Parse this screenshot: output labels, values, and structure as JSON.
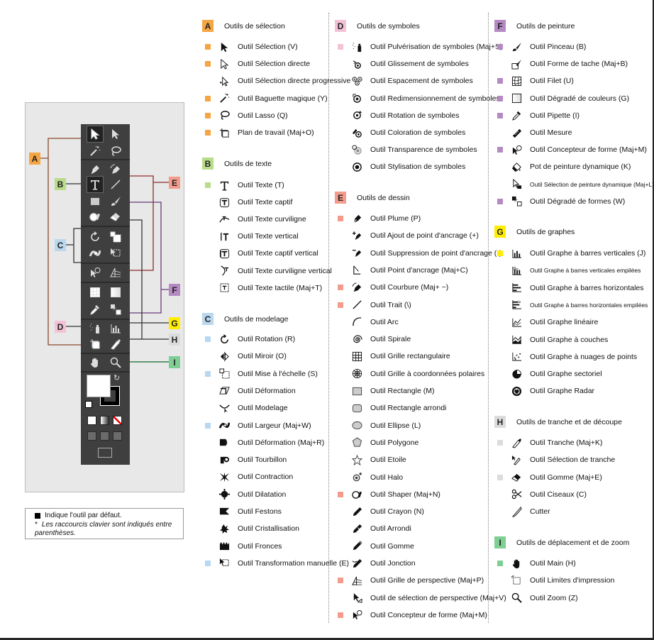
{
  "colors": {
    "A": "#f5a544",
    "B": "#b9dc8a",
    "C": "#b9d7ef",
    "D": "#f4c2d6",
    "E": "#f39c8c",
    "F": "#b58ac2",
    "G": "#ffee00",
    "H": "#dcdcdc",
    "I": "#7fcf95"
  },
  "sections": {
    "A": {
      "badge": "A",
      "title": "Outils de sélection",
      "items": [
        {
          "label": "Outil Sélection (V)",
          "default": true,
          "icon": "selection-icon"
        },
        {
          "label": "Outil Sélection directe",
          "default": true,
          "icon": "direct-selection-icon"
        },
        {
          "label": "Outil Sélection directe progressive",
          "default": false,
          "icon": "group-selection-icon"
        },
        {
          "label": "Outil Baguette magique (Y)",
          "default": true,
          "icon": "magic-wand-icon"
        },
        {
          "label": "Outil Lasso (Q)",
          "default": true,
          "icon": "lasso-icon"
        },
        {
          "label": "Plan de travail (Maj+O)",
          "default": true,
          "icon": "artboard-icon"
        }
      ]
    },
    "B": {
      "badge": "B",
      "title": "Outils de texte",
      "items": [
        {
          "label": "Outil Texte (T)",
          "default": true,
          "icon": "type-icon"
        },
        {
          "label": "Outil Texte captif",
          "default": false,
          "icon": "area-type-icon"
        },
        {
          "label": "Outil Texte curviligne",
          "default": false,
          "icon": "type-on-path-icon"
        },
        {
          "label": "Outil Texte vertical",
          "default": false,
          "icon": "vertical-type-icon"
        },
        {
          "label": "Outil Texte captif vertical",
          "default": false,
          "icon": "vertical-area-type-icon"
        },
        {
          "label": "Outil Texte curviligne vertical",
          "default": false,
          "icon": "vertical-path-type-icon"
        },
        {
          "label": "Outil Texte tactile (Maj+T)",
          "default": false,
          "icon": "touch-type-icon"
        }
      ]
    },
    "C": {
      "badge": "C",
      "title": "Outils de modelage",
      "items": [
        {
          "label": "Outil Rotation (R)",
          "default": true,
          "icon": "rotate-icon"
        },
        {
          "label": "Outil Miroir (O)",
          "default": false,
          "icon": "reflect-icon"
        },
        {
          "label": "Outil Mise à l'échelle (S)",
          "default": true,
          "icon": "scale-icon"
        },
        {
          "label": "Outil Déformation",
          "default": false,
          "icon": "shear-icon"
        },
        {
          "label": "Outil Modelage",
          "default": false,
          "icon": "reshape-icon"
        },
        {
          "label": "Outil Largeur (Maj+W)",
          "default": true,
          "icon": "width-icon"
        },
        {
          "label": "Outil Déformation (Maj+R)",
          "default": false,
          "icon": "warp-icon"
        },
        {
          "label": "Outil Tourbillon",
          "default": false,
          "icon": "twirl-icon"
        },
        {
          "label": "Outil Contraction",
          "default": false,
          "icon": "pucker-icon"
        },
        {
          "label": "Outil Dilatation",
          "default": false,
          "icon": "bloat-icon"
        },
        {
          "label": "Outil Festons",
          "default": false,
          "icon": "scallop-icon"
        },
        {
          "label": "Outil Cristallisation",
          "default": false,
          "icon": "crystallize-icon"
        },
        {
          "label": "Outil Fronces",
          "default": false,
          "icon": "wrinkle-icon"
        },
        {
          "label": "Outil Transformation manuelle (E)",
          "default": true,
          "icon": "free-transform-icon"
        }
      ]
    },
    "D": {
      "badge": "D",
      "title": "Outils de symboles",
      "items": [
        {
          "label": "Outil Pulvérisation de symboles (Maj+S)",
          "default": true,
          "icon": "symbol-sprayer-icon"
        },
        {
          "label": "Outil Glissement de symboles",
          "default": false,
          "icon": "symbol-shifter-icon"
        },
        {
          "label": "Outil Espacement de symboles",
          "default": false,
          "icon": "symbol-scruncher-icon"
        },
        {
          "label": "Outil Redimensionnement de symboles",
          "default": false,
          "icon": "symbol-sizer-icon"
        },
        {
          "label": "Outil Rotation de symboles",
          "default": false,
          "icon": "symbol-spinner-icon"
        },
        {
          "label": "Outil Coloration de symboles",
          "default": false,
          "icon": "symbol-stainer-icon"
        },
        {
          "label": "Outil Transparence de symboles",
          "default": false,
          "icon": "symbol-screener-icon"
        },
        {
          "label": "Outil Stylisation de symboles",
          "default": false,
          "icon": "symbol-styler-icon"
        }
      ]
    },
    "E": {
      "badge": "E",
      "title": "Outils de dessin",
      "items": [
        {
          "label": "Outil Plume (P)",
          "default": true,
          "icon": "pen-icon"
        },
        {
          "label": "Outil Ajout de point d'ancrage (+)",
          "default": false,
          "icon": "add-anchor-icon"
        },
        {
          "label": "Outil Suppression de point d'ancrage (-)",
          "default": false,
          "icon": "delete-anchor-icon"
        },
        {
          "label": "Outil Point d'ancrage (Maj+C)",
          "default": false,
          "icon": "anchor-point-icon"
        },
        {
          "label": "Outil Courbure (Maj+ ~)",
          "default": true,
          "icon": "curvature-icon"
        },
        {
          "label": "Outil Trait (\\)",
          "default": true,
          "icon": "line-icon"
        },
        {
          "label": "Outil Arc",
          "default": false,
          "icon": "arc-icon"
        },
        {
          "label": "Outil Spirale",
          "default": false,
          "icon": "spiral-icon"
        },
        {
          "label": "Outil Grille rectangulaire",
          "default": false,
          "icon": "rect-grid-icon"
        },
        {
          "label": "Outil Grille à coordonnées polaires",
          "default": false,
          "icon": "polar-grid-icon"
        },
        {
          "label": "Outil Rectangle (M)",
          "default": false,
          "icon": "rectangle-icon"
        },
        {
          "label": "Outil Rectangle arrondi",
          "default": false,
          "icon": "rounded-rect-icon"
        },
        {
          "label": "Outil Ellipse (L)",
          "default": false,
          "icon": "ellipse-icon"
        },
        {
          "label": "Outil Polygone",
          "default": false,
          "icon": "polygon-icon"
        },
        {
          "label": "Outil Etoile",
          "default": false,
          "icon": "star-icon"
        },
        {
          "label": "Outil Halo",
          "default": false,
          "icon": "flare-icon"
        },
        {
          "label": "Outil Shaper (Maj+N)",
          "default": true,
          "icon": "shaper-icon"
        },
        {
          "label": "Outil Crayon (N)",
          "default": false,
          "icon": "pencil-icon"
        },
        {
          "label": "Outil Arrondi",
          "default": false,
          "icon": "smooth-icon"
        },
        {
          "label": "Outil Gomme",
          "default": false,
          "icon": "path-eraser-icon"
        },
        {
          "label": "Outil Jonction",
          "default": false,
          "icon": "join-icon"
        },
        {
          "label": "Outil Grille de perspective (Maj+P)",
          "default": true,
          "icon": "perspective-grid-icon"
        },
        {
          "label": "Outil de sélection de perspective (Maj+V)",
          "default": false,
          "icon": "perspective-selection-icon"
        },
        {
          "label": "Outil Concepteur de forme (Maj+M)",
          "default": true,
          "icon": "shape-builder-icon"
        }
      ]
    },
    "F": {
      "badge": "F",
      "title": "Outils de peinture",
      "items": [
        {
          "label": "Outil Pinceau (B)",
          "default": true,
          "icon": "paintbrush-icon"
        },
        {
          "label": "Outil Forme de tache (Maj+B)",
          "default": false,
          "icon": "blob-brush-icon"
        },
        {
          "label": "Outil Filet (U)",
          "default": true,
          "icon": "mesh-icon"
        },
        {
          "label": "Outil Dégradé de couleurs (G)",
          "default": true,
          "icon": "gradient-icon"
        },
        {
          "label": "Outil Pipette (I)",
          "default": true,
          "icon": "eyedropper-icon"
        },
        {
          "label": "Outil Mesure",
          "default": false,
          "icon": "measure-icon"
        },
        {
          "label": "Outil Concepteur de forme (Maj+M)",
          "default": true,
          "icon": "shape-builder-icon"
        },
        {
          "label": "Pot de peinture dynamique (K)",
          "default": false,
          "icon": "live-paint-bucket-icon"
        },
        {
          "label": "Outil Sélection de peinture dynamique (Maj+L)",
          "default": false,
          "icon": "live-paint-selection-icon",
          "small": true
        },
        {
          "label": "Outil Dégradé de formes (W)",
          "default": true,
          "icon": "blend-icon"
        }
      ]
    },
    "G": {
      "badge": "G",
      "title": "Outils de graphes",
      "items": [
        {
          "label": "Outil Graphe à barres verticales (J)",
          "default": true,
          "icon": "column-graph-icon"
        },
        {
          "label": "Outil Graphe à barres verticales empilées",
          "default": false,
          "icon": "stacked-column-graph-icon",
          "small": true
        },
        {
          "label": "Outil Graphe à barres horizontales",
          "default": false,
          "icon": "bar-graph-icon"
        },
        {
          "label": "Outil Graphe à barres horizontales empilées",
          "default": false,
          "icon": "stacked-bar-graph-icon",
          "small": true
        },
        {
          "label": "Outil Graphe linéaire",
          "default": false,
          "icon": "line-graph-icon"
        },
        {
          "label": "Outil Graphe à couches",
          "default": false,
          "icon": "area-graph-icon"
        },
        {
          "label": "Outil Graphe à nuages de points",
          "default": false,
          "icon": "scatter-graph-icon"
        },
        {
          "label": "Outil Graphe sectoriel",
          "default": false,
          "icon": "pie-graph-icon"
        },
        {
          "label": "Outil Graphe Radar",
          "default": false,
          "icon": "radar-graph-icon"
        }
      ]
    },
    "H": {
      "badge": "H",
      "title": "Outils de tranche et de découpe",
      "items": [
        {
          "label": "Outil Tranche (Maj+K)",
          "default": true,
          "icon": "slice-icon"
        },
        {
          "label": "Outil Sélection de tranche",
          "default": false,
          "icon": "slice-select-icon"
        },
        {
          "label": "Outil Gomme (Maj+E)",
          "default": true,
          "icon": "eraser-icon"
        },
        {
          "label": "Outil Ciseaux (C)",
          "default": false,
          "icon": "scissors-icon"
        },
        {
          "label": "Cutter",
          "default": false,
          "icon": "knife-icon"
        }
      ]
    },
    "I": {
      "badge": "I",
      "title": "Outils de déplacement et de zoom",
      "items": [
        {
          "label": "Outil Main (H)",
          "default": true,
          "icon": "hand-icon"
        },
        {
          "label": "Outil Limites d'impression",
          "default": false,
          "icon": "print-tiling-icon"
        },
        {
          "label": "Outil Zoom (Z)",
          "default": false,
          "icon": "zoom-icon"
        }
      ]
    }
  },
  "legend": {
    "line1": "Indique l'outil par défaut.",
    "line2_star": "*",
    "line2": "Les raccourcis clavier sont indiqués entre parenthèses."
  }
}
